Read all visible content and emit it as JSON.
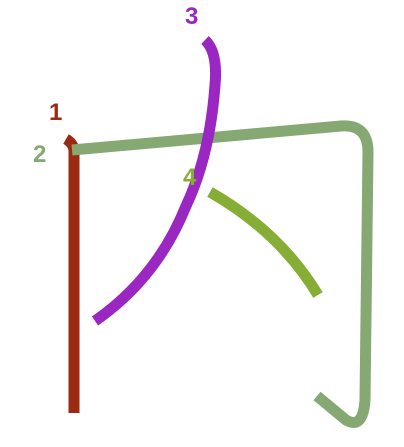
{
  "strokes": [
    {
      "number": "1",
      "color": "#9b2a12"
    },
    {
      "number": "2",
      "color": "#86a872"
    },
    {
      "number": "3",
      "color": "#9b27c2"
    },
    {
      "number": "4",
      "color": "#86ad35"
    }
  ]
}
